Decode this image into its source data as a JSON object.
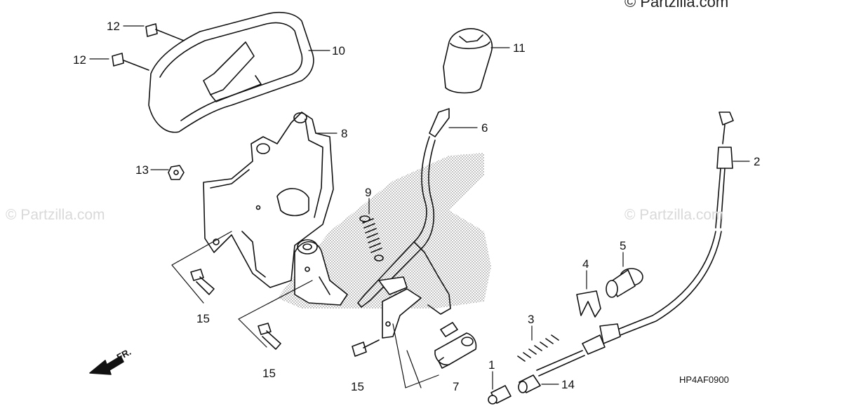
{
  "diagram": {
    "copyright": "© Partzilla.com",
    "watermark_left": "© Partzilla.com",
    "watermark_right": "© Partzilla.com",
    "drawing_code": "HP4AF0900",
    "front_arrow_label": "FR.",
    "parts": [
      {
        "id": "p1",
        "label": "1"
      },
      {
        "id": "p2",
        "label": "2"
      },
      {
        "id": "p3",
        "label": "3"
      },
      {
        "id": "p4",
        "label": "4"
      },
      {
        "id": "p5",
        "label": "5"
      },
      {
        "id": "p6",
        "label": "6"
      },
      {
        "id": "p7",
        "label": "7"
      },
      {
        "id": "p8",
        "label": "8"
      },
      {
        "id": "p9",
        "label": "9"
      },
      {
        "id": "p10",
        "label": "10"
      },
      {
        "id": "p11",
        "label": "11"
      },
      {
        "id": "p12a",
        "label": "12"
      },
      {
        "id": "p12b",
        "label": "12"
      },
      {
        "id": "p13",
        "label": "13"
      },
      {
        "id": "p14",
        "label": "14"
      },
      {
        "id": "p15a",
        "label": "15"
      },
      {
        "id": "p15b",
        "label": "15"
      },
      {
        "id": "p15c",
        "label": "15"
      }
    ]
  }
}
